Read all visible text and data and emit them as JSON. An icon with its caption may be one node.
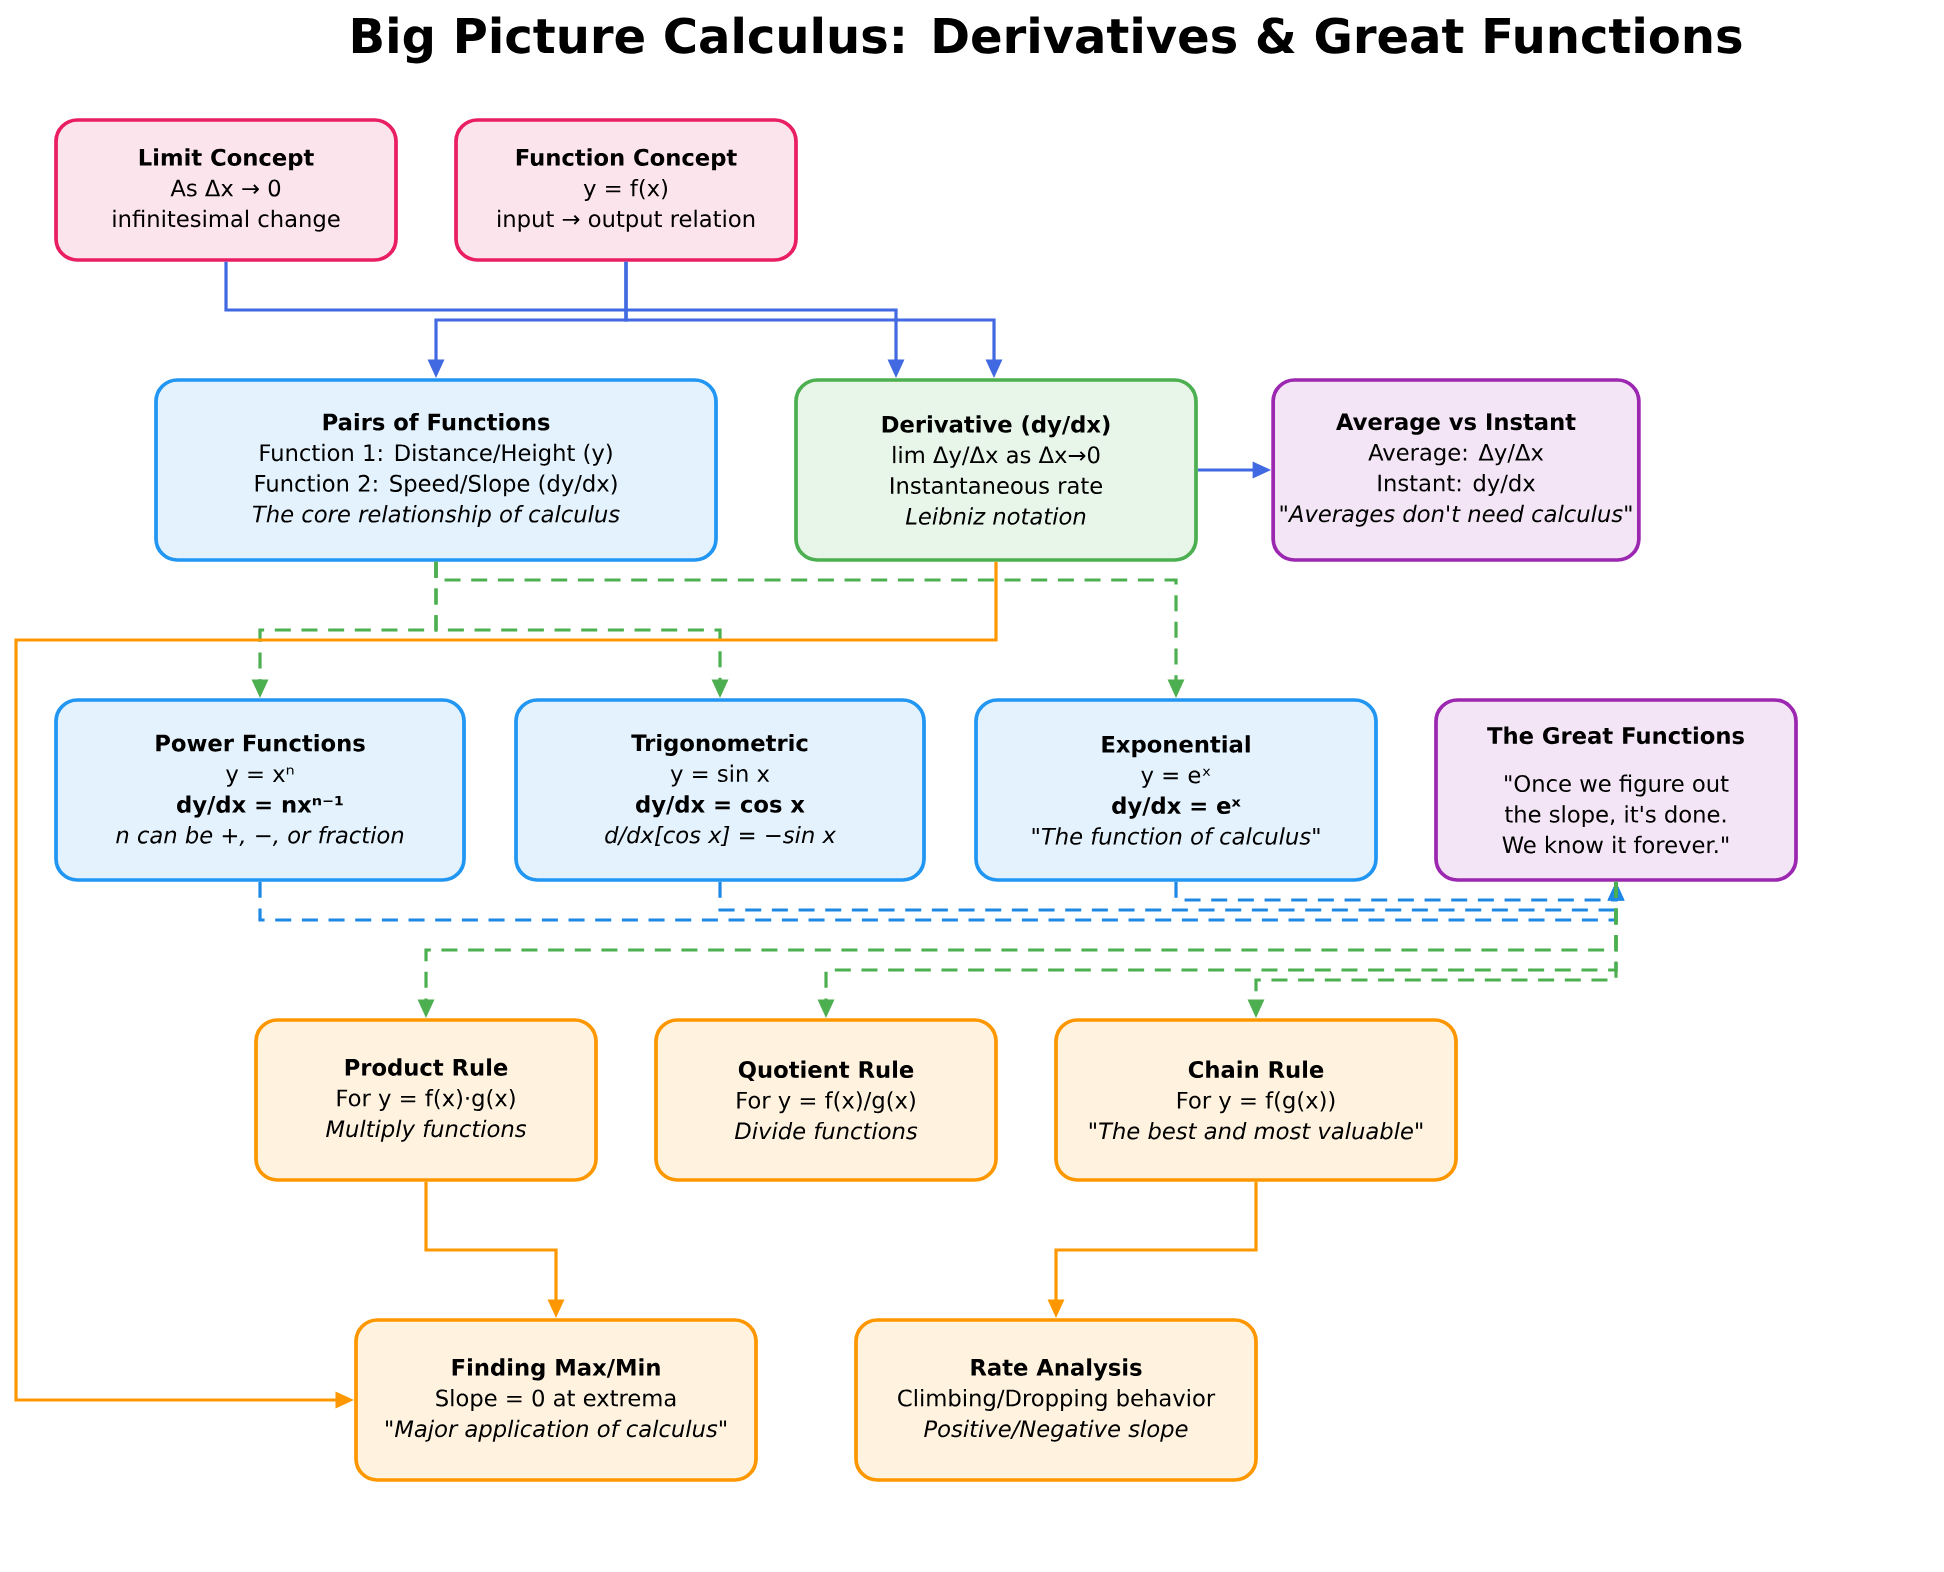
{
  "diagram": {
    "title": "Big Picture Calculus: Derivatives & Great Functions",
    "nodes": [
      {
        "text": [
          "Limit Concept",
          "As Δx → 0",
          "infinitesimal change"
        ]
      },
      {
        "text": [
          "Function Concept",
          "y = f(x)",
          "input → output relation"
        ]
      },
      {
        "text": [
          "Pairs of Functions",
          "Function 1: Distance/Height (y)",
          "Function 2: Speed/Slope (dy/dx)",
          "The core relationship of calculus"
        ]
      },
      {
        "text": [
          "Derivative (dy/dx)",
          "lim Δy/Δx as Δx→0",
          "Instantaneous rate",
          "Leibniz notation"
        ]
      },
      {
        "text": [
          "Average vs Instant",
          "Average: Δy/Δx",
          "Instant: dy/dx",
          "\"Averages don't need calculus\""
        ]
      },
      {
        "text": [
          "Power Functions",
          "y = xⁿ",
          "dy/dx = nxⁿ⁻¹",
          "n can be +, −, or fraction"
        ]
      },
      {
        "text": [
          "Trigonometric",
          "y = sin x",
          "dy/dx = cos x",
          "d/dx[cos x] = −sin x"
        ]
      },
      {
        "text": [
          "Exponential",
          "y = eˣ",
          "dy/dx = eˣ",
          "\"The function of calculus\""
        ]
      },
      {
        "text": [
          "The Great Functions",
          "\"Once we figure out the slope, it's done. We know it forever.\""
        ]
      },
      {
        "text": [
          "Product Rule",
          "For y = f(x)·g(x)",
          "Multiply functions"
        ]
      },
      {
        "text": [
          "Quotient Rule",
          "For y = f(x)/g(x)",
          "Divide functions"
        ]
      },
      {
        "text": [
          "Chain Rule",
          "For y = f(g(x))",
          "\"The best and most valuable\""
        ]
      },
      {
        "text": [
          "Finding Max/Min",
          "Slope = 0 at extrema",
          "\"Major application of calculus\""
        ]
      },
      {
        "text": [
          "Rate Analysis",
          "Climbing/Dropping behavior",
          "Positive/Negative slope"
        ]
      }
    ],
    "edges": [
      {
        "from": 0,
        "to": 3,
        "arrow": "to",
        "color": "#4169e1"
      },
      {
        "from": 1,
        "to": 2,
        "arrow": "to",
        "color": "#4169e1"
      },
      {
        "from": 1,
        "to": 3,
        "arrow": "to",
        "color": "#4169e1"
      },
      {
        "from": 3,
        "to": 4,
        "arrow": "to",
        "color": "#4169e1"
      },
      {
        "from": 2,
        "to": 5,
        "arrow": "to",
        "style": "dashed"
      },
      {
        "from": 2,
        "to": 6,
        "arrow": "to",
        "style": "dashed"
      },
      {
        "from": 2,
        "to": 7,
        "arrow": "to",
        "style": "dashed"
      },
      {
        "from": 3,
        "to": 12,
        "arrow": "to",
        "color": "#ff9800"
      },
      {
        "from": 5,
        "to": 8,
        "arrow": "to",
        "style": "dashed",
        "color": "#1e88e5"
      },
      {
        "from": 6,
        "to": 8,
        "arrow": "to",
        "style": "dashed",
        "color": "#1e88e5"
      },
      {
        "from": 7,
        "to": 8,
        "arrow": "to",
        "style": "dashed",
        "color": "#1e88e5"
      },
      {
        "from": 8,
        "to": 9,
        "arrow": "to",
        "style": "dashed"
      },
      {
        "from": 8,
        "to": 10,
        "arrow": "to",
        "style": "dashed"
      },
      {
        "from": 8,
        "to": 11,
        "arrow": "to",
        "style": "dashed"
      },
      {
        "from": 9,
        "to": 12,
        "arrow": "to",
        "color": "#ff9800"
      },
      {
        "from": 11,
        "to": 13,
        "arrow": "to",
        "color": "#ff9800"
      }
    ]
  }
}
